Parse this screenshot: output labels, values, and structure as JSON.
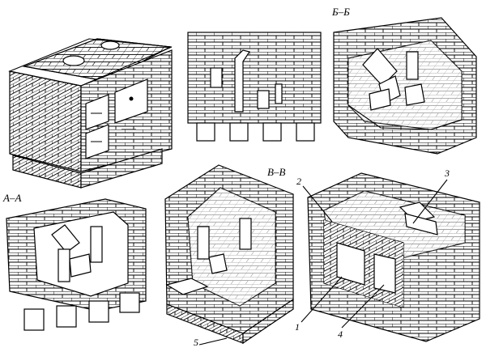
{
  "sections": {
    "b_b": "Б–Б",
    "v_v": "В–В",
    "a_a": "А–А"
  },
  "callouts": {
    "n1": "1",
    "n2": "2",
    "n3": "3",
    "n4": "4",
    "n5": "5"
  },
  "views": [
    {
      "name": "stove-exterior-view"
    },
    {
      "name": "stove-top-view-with-legs"
    },
    {
      "name": "stove-section-b-b"
    },
    {
      "name": "stove-section-a-a"
    },
    {
      "name": "stove-section-v-v"
    },
    {
      "name": "stove-assembled-cutaway"
    }
  ]
}
